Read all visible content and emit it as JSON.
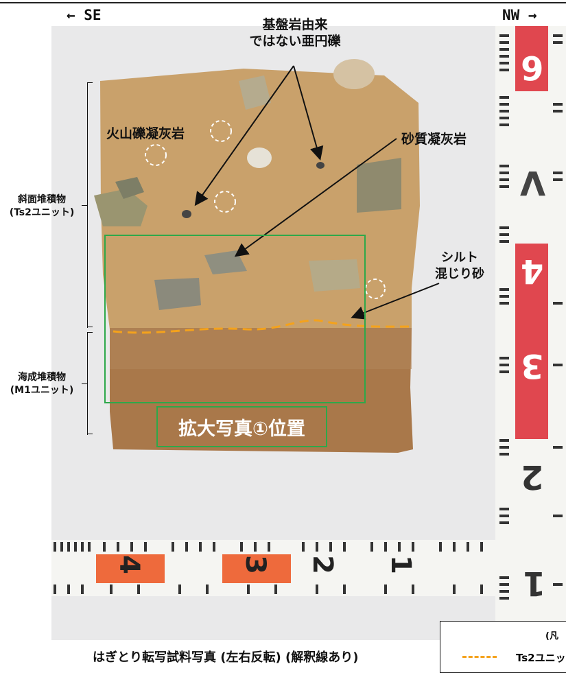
{
  "header": {
    "left_direction": "← SE",
    "right_direction": "NW →"
  },
  "labels": {
    "subangular_line1": "基盤岩由来",
    "subangular_line2": "ではない亜円礫",
    "volcanic_tuff": "火山礫凝灰岩",
    "sandy_tuff": "砂質凝灰岩",
    "silt_line1": "シルト",
    "silt_line2": "混じり砂",
    "slope_deposit_line1": "斜面堆積物",
    "slope_deposit_line2": "(Ts2ユニット)",
    "marine_deposit_line1": "海成堆積物",
    "marine_deposit_line2": "(M1ユニット)",
    "enlarged_photo": "拡大写真①位置"
  },
  "ruler_vertical": [
    "6",
    "V",
    "4",
    "3",
    "2",
    "1"
  ],
  "ruler_horizontal": [
    "4",
    "3",
    "2",
    "1"
  ],
  "legend": {
    "title": "(凡",
    "item": "Ts2ユニッ"
  },
  "caption": "はぎとり転写試料写真 (左右反転) (解釈線あり)",
  "colors": {
    "green_box": "#2ea84a",
    "boundary_line": "#f4a21c",
    "ruler_red": "#e0474f"
  }
}
